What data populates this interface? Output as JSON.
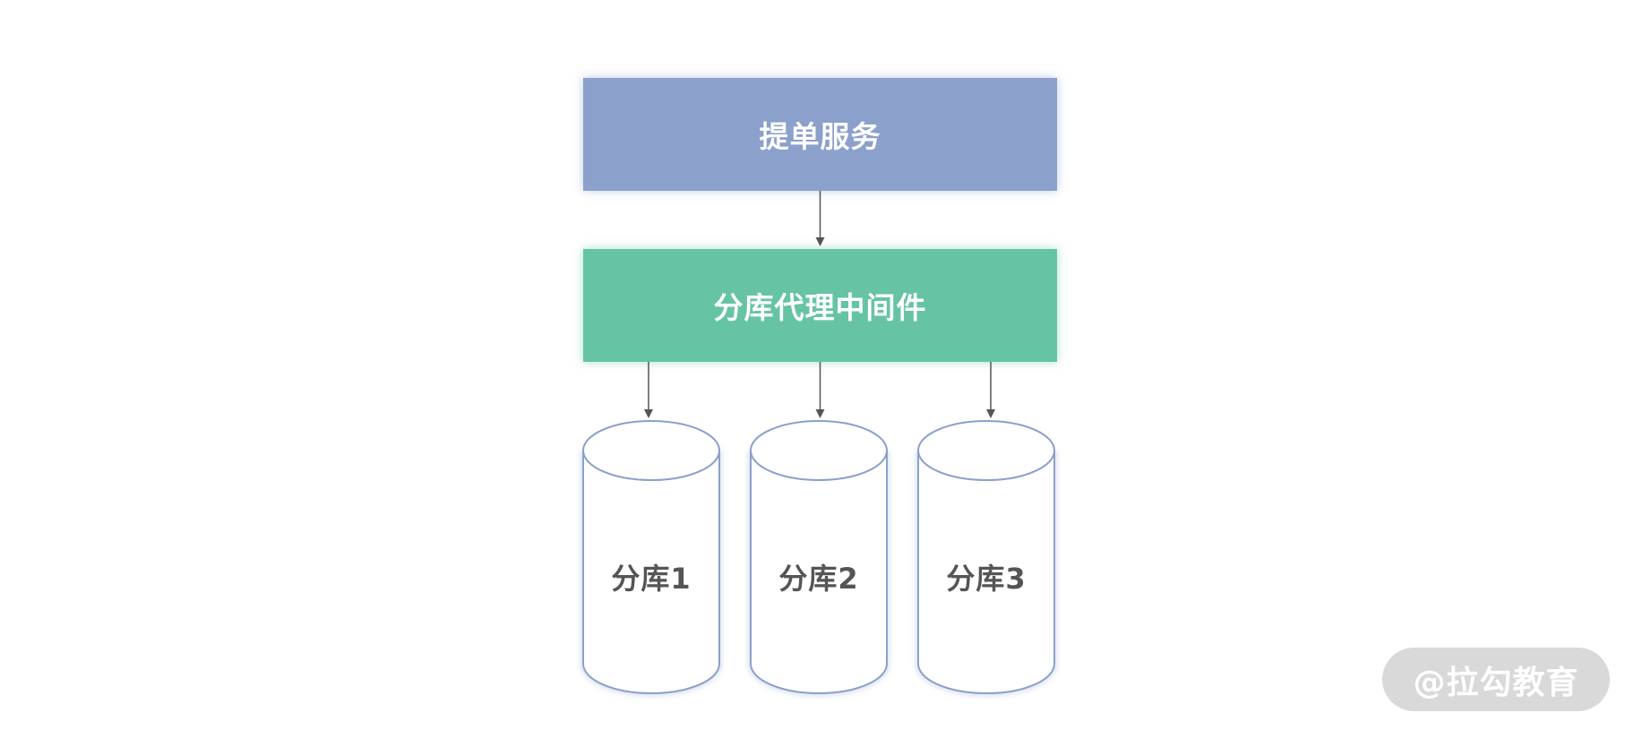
{
  "nodes": {
    "service": "提单服务",
    "proxy": "分库代理中间件",
    "databases": [
      "分库1",
      "分库2",
      "分库3"
    ]
  },
  "watermark": "@拉勾教育",
  "colors": {
    "service_fill": "#8ba0cb",
    "proxy_fill": "#66c4a5",
    "db_stroke": "#8ba0cb",
    "arrow": "#555555",
    "db_text": "#555555"
  }
}
